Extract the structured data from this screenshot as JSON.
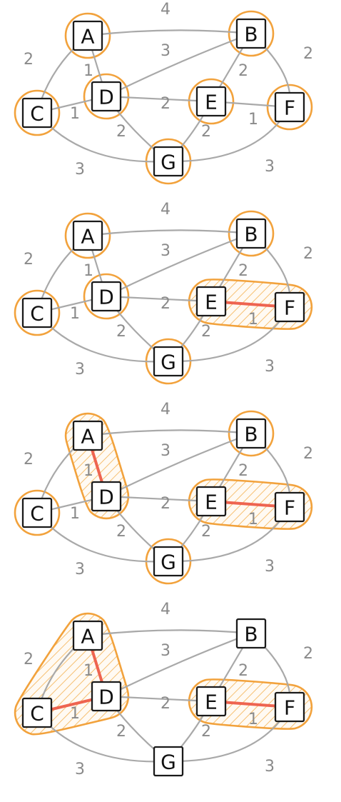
{
  "nodes": [
    {
      "id": "A",
      "label": "A"
    },
    {
      "id": "B",
      "label": "B"
    },
    {
      "id": "C",
      "label": "C"
    },
    {
      "id": "D",
      "label": "D"
    },
    {
      "id": "E",
      "label": "E"
    },
    {
      "id": "F",
      "label": "F"
    },
    {
      "id": "G",
      "label": "G"
    }
  ],
  "edges": [
    {
      "from": "A",
      "to": "B",
      "weight": "4"
    },
    {
      "from": "A",
      "to": "C",
      "weight": "2"
    },
    {
      "from": "A",
      "to": "D",
      "weight": "1"
    },
    {
      "from": "B",
      "to": "D",
      "weight": "3"
    },
    {
      "from": "B",
      "to": "E",
      "weight": "2"
    },
    {
      "from": "B",
      "to": "F",
      "weight": "2"
    },
    {
      "from": "C",
      "to": "D",
      "weight": "1"
    },
    {
      "from": "C",
      "to": "G",
      "weight": "3"
    },
    {
      "from": "D",
      "to": "E",
      "weight": "2"
    },
    {
      "from": "D",
      "to": "G",
      "weight": "2"
    },
    {
      "from": "E",
      "to": "F",
      "weight": "1"
    },
    {
      "from": "E",
      "to": "G",
      "weight": "2"
    },
    {
      "from": "F",
      "to": "G",
      "weight": "3"
    }
  ],
  "steps": [
    {
      "clusters": [
        [
          "A"
        ],
        [
          "B"
        ],
        [
          "C"
        ],
        [
          "D"
        ],
        [
          "E"
        ],
        [
          "F"
        ],
        [
          "G"
        ]
      ],
      "selected_edges": []
    },
    {
      "clusters": [
        [
          "A"
        ],
        [
          "B"
        ],
        [
          "C"
        ],
        [
          "D"
        ],
        [
          "E",
          "F"
        ],
        [
          "G"
        ]
      ],
      "selected_edges": [
        [
          "E",
          "F"
        ]
      ]
    },
    {
      "clusters": [
        [
          "A",
          "D"
        ],
        [
          "B"
        ],
        [
          "C"
        ],
        [
          "E",
          "F"
        ],
        [
          "G"
        ]
      ],
      "selected_edges": [
        [
          "E",
          "F"
        ],
        [
          "A",
          "D"
        ]
      ]
    },
    {
      "clusters": [
        [
          "A",
          "C",
          "D"
        ],
        [
          "E",
          "F"
        ]
      ],
      "selected_edges": [
        [
          "E",
          "F"
        ],
        [
          "A",
          "D"
        ],
        [
          "C",
          "D"
        ]
      ]
    }
  ],
  "colors": {
    "edge": "#a9a9a9",
    "selected_edge": "#ee6450",
    "cluster_outline": "#f2a23c",
    "node_border": "#1a1a1a"
  }
}
